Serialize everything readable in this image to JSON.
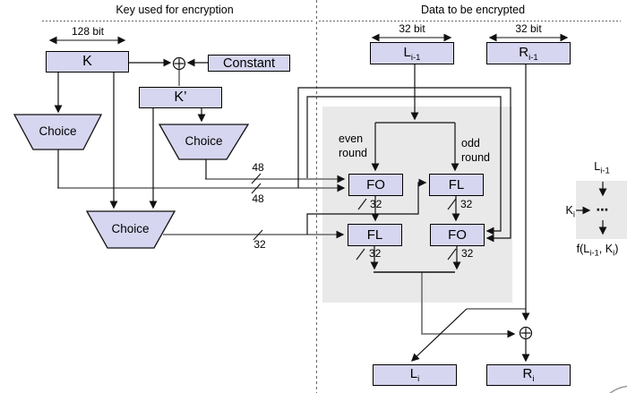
{
  "titles": {
    "left": "Key used for encryption",
    "right": "Data to be encrypted"
  },
  "key_panel": {
    "k_label": "K",
    "k_prime_label": "K’",
    "constant_label": "Constant",
    "choice1_label": "Choice",
    "choice2_label": "Choice",
    "choice3_label": "Choice",
    "key_width_label": "128 bit",
    "bus": {
      "b48_top": "48",
      "b48_bottom": "48",
      "b32": "32"
    }
  },
  "data_panel": {
    "left_width_label": "32 bit",
    "right_width_label": "32 bit",
    "l_prev": {
      "base": "L",
      "sub": "i-1"
    },
    "r_prev": {
      "base": "R",
      "sub": "i-1"
    },
    "round_left": "even\nround",
    "round_right": "odd\nround",
    "fo_top_label": "FO",
    "fl_top_label": "FL",
    "fl_bottom_label": "FL",
    "fo_bottom_label": "FO",
    "w32_fo_top": "32",
    "w32_fl_top": "32",
    "w32_fl_bottom": "32",
    "w32_fo_bottom": "32",
    "l_out": {
      "base": "L",
      "sub": "i"
    },
    "r_out": {
      "base": "R",
      "sub": "i"
    }
  },
  "mini": {
    "l_prev": {
      "base": "L",
      "sub": "i-1"
    },
    "k": {
      "base": "K",
      "sub": "i"
    },
    "dots": "⋯",
    "f": {
      "p1": "f(L",
      "s1": "i-1",
      "p2": ", K",
      "s2": "i",
      "p3": ")"
    }
  },
  "colors": {
    "box_fill": "#d6d6f0",
    "panel_gray": "#e9e9e9",
    "line_gray": "#7d7d7d",
    "line_black": "#111111"
  }
}
